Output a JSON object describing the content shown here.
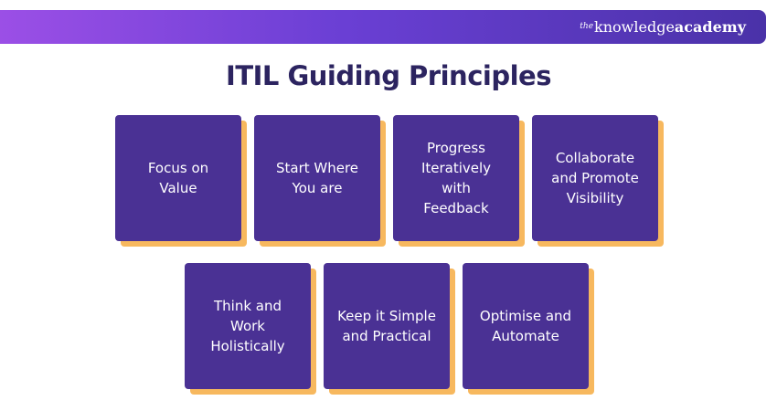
{
  "brand": {
    "prefix": "the",
    "knowledge": "knowledge",
    "academy": "academy"
  },
  "title": "ITIL Guiding Principles",
  "principles": [
    "Focus on Value",
    "Start Where You are",
    "Progress Iteratively with Feedback",
    "Collaborate and Promote Visibility",
    "Think and Work Holistically",
    "Keep it Simple and Practical",
    "Optimise and Automate"
  ],
  "colors": {
    "card": "#4a3194",
    "card_shadow": "#f7b85e",
    "title": "#2c2460",
    "banner_start": "#9b4fe6",
    "banner_end": "#4a32a8"
  }
}
